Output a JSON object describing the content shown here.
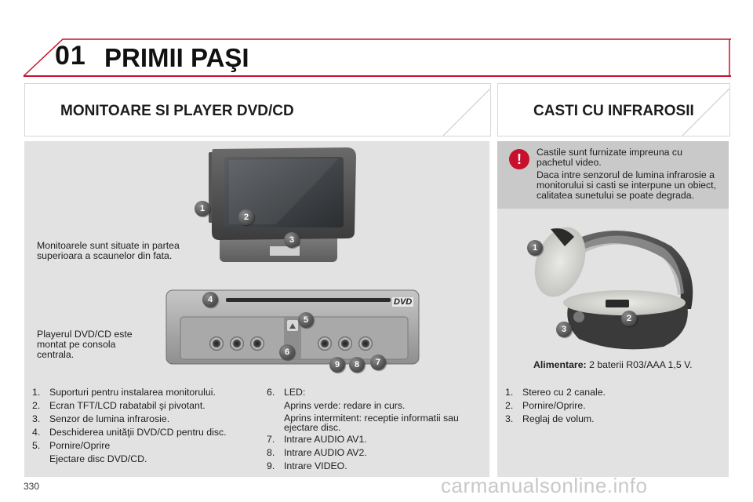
{
  "header": {
    "chapter_number": "01",
    "chapter_title": "PRIMII PAŞI"
  },
  "left_section": {
    "title": "MONITOARE SI PLAYER DVD/CD",
    "monitor_caption": "Monitoarele sunt situate in partea superioara a scaunelor din fata.",
    "player_caption": "Playerul DVD/CD este montat pe consola centrala.",
    "callouts_monitor": [
      "1",
      "2",
      "3"
    ],
    "callouts_player": [
      "4",
      "5",
      "6",
      "9",
      "8",
      "7"
    ],
    "dvd_logo": "DVD",
    "list_left": [
      {
        "num": "1.",
        "text": "Suporturi pentru instalarea monitorului."
      },
      {
        "num": "2.",
        "text": "Ecran TFT/LCD rabatabil şi pivotant."
      },
      {
        "num": "3.",
        "text": "Senzor de lumina infrarosie."
      },
      {
        "num": "4.",
        "text": "Deschiderea unităţii DVD/CD pentru disc."
      },
      {
        "num": "5.",
        "text": "Pornire/Oprire"
      }
    ],
    "list_left_sub": "Ejectare disc DVD/CD.",
    "list_right": {
      "item6_num": "6.",
      "item6_text": "LED:",
      "item6_sub1": "Aprins verde: redare in curs.",
      "item6_sub2": "Aprins intermitent: receptie informatii sau ejectare disc.",
      "items": [
        {
          "num": "7.",
          "text": "Intrare AUDIO AV1."
        },
        {
          "num": "8.",
          "text": "Intrare AUDIO AV2."
        },
        {
          "num": "9.",
          "text": "Intrare VIDEO."
        }
      ]
    }
  },
  "right_section": {
    "title": "CASTI CU INFRAROSII",
    "warning_icon": "!",
    "warning_p1": "Castile sunt furnizate impreuna cu pachetul video.",
    "warning_p2": "Daca intre senzorul de lumina infrarosie a monitorului si casti se interpune un obiect, calitatea sunetului se poate degrada.",
    "callouts_headphones": [
      "1",
      "2",
      "3"
    ],
    "power_label": "Alimentare:",
    "power_value": "2 baterii R03/AAA 1,5 V.",
    "list": [
      {
        "num": "1.",
        "text": "Stereo cu 2 canale."
      },
      {
        "num": "2.",
        "text": "Pornire/Oprire."
      },
      {
        "num": "3.",
        "text": "Reglaj de volum."
      }
    ]
  },
  "footer": {
    "page_number": "330",
    "watermark": "carmanualsonline.info"
  },
  "colors": {
    "accent_red": "#c8102e",
    "panel_gray": "#e2e2e2",
    "warning_gray": "#c9c9c9"
  }
}
